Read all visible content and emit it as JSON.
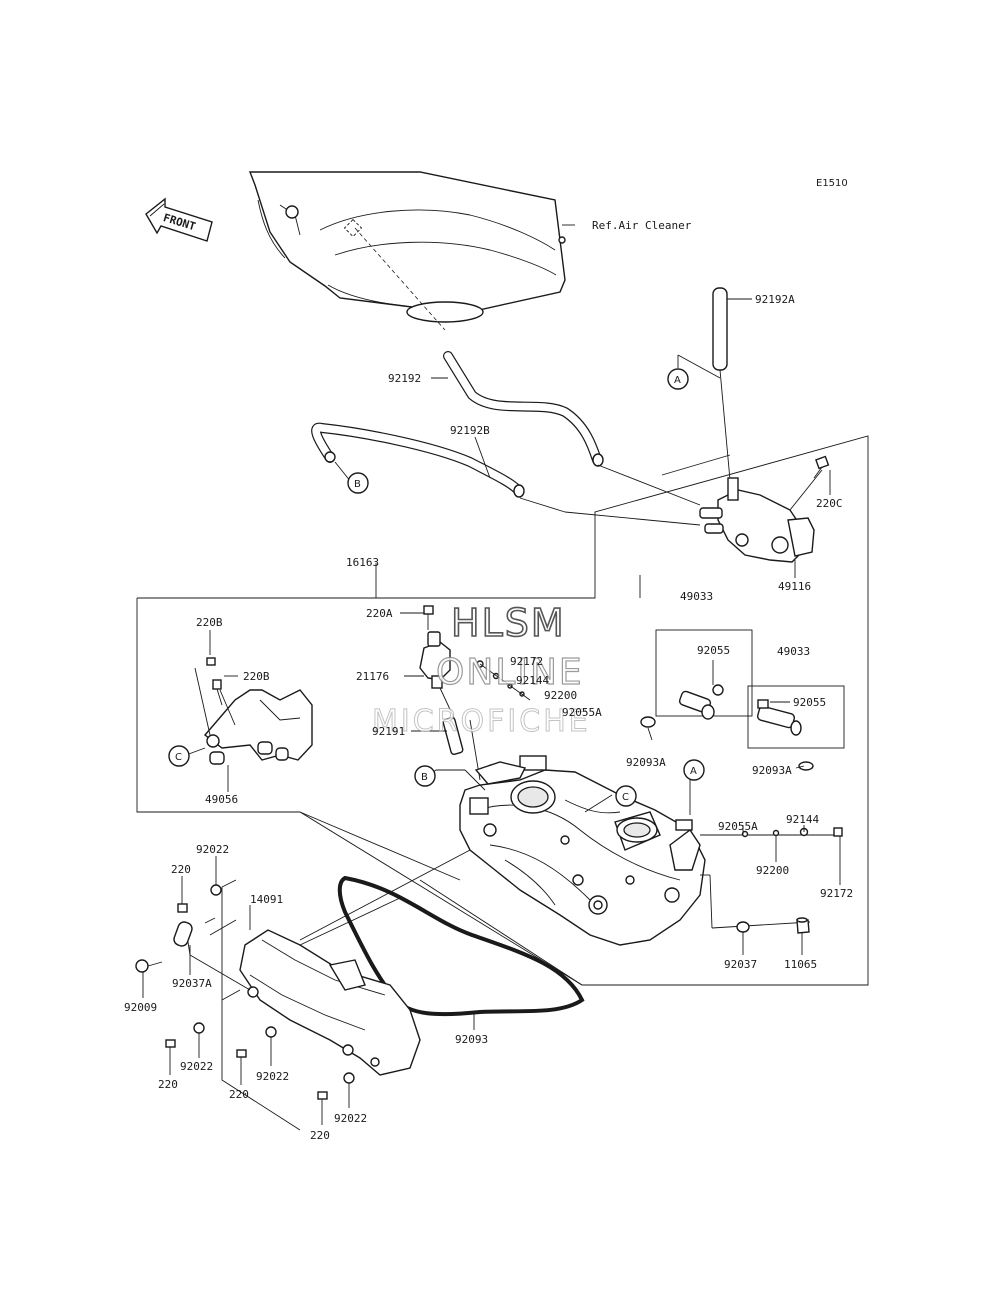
{
  "diagram_code": "E1510",
  "front_label": "FRONT",
  "ref_label": "Ref.Air Cleaner",
  "watermark": {
    "line1": "HLSM",
    "line2": "ONLINE",
    "line3": "MICROFICHE"
  },
  "callouts": {
    "a1": "A",
    "a2": "A",
    "b1": "B",
    "b2": "B",
    "c1": "C",
    "c2": "C"
  },
  "parts": {
    "p92192A": "92192A",
    "p92192": "92192",
    "p92192B": "92192B",
    "p220C": "220C",
    "p49116": "49116",
    "p16163": "16163",
    "p220A": "220A",
    "p220B_top": "220B",
    "p220B_mid": "220B",
    "p21176": "21176",
    "p92172_a": "92172",
    "p92144_a": "92144",
    "p92200_a": "92200",
    "p92055A_a": "92055A",
    "p92191": "92191",
    "p49056": "49056",
    "p49033_a": "49033",
    "p92055_a": "92055",
    "p92093A_a": "92093A",
    "p49033_b": "49033",
    "p92055_b": "92055",
    "p92093A_b": "92093A",
    "p92055A_b": "92055A",
    "p92144_b": "92144",
    "p92200_b": "92200",
    "p92172_b": "92172",
    "p92037": "92037",
    "p11065": "11065",
    "p92022_top": "92022",
    "p220_top": "220",
    "p14091": "14091",
    "p92037A": "92037A",
    "p92009": "92009",
    "p92022_l": "92022",
    "p220_l": "220",
    "p92022_m": "92022",
    "p220_m": "220",
    "p92022_b": "92022",
    "p220_b": "220",
    "p92093": "92093"
  }
}
